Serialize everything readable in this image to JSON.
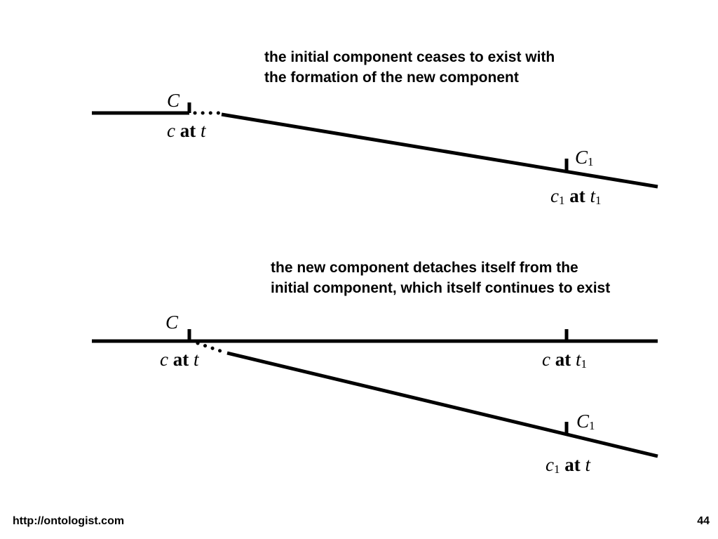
{
  "top": {
    "caption_line1": "the initial component ceases to exist with",
    "caption_line2": "the formation of the new component",
    "label_C": {
      "main": "C",
      "sub": ""
    },
    "label_C1": {
      "main": "C",
      "sub": "1"
    },
    "label_c_at_t": {
      "c": "c",
      "c_sub": "",
      "at": "at",
      "t": "t",
      "t_sub": ""
    },
    "label_c1_at_t1": {
      "c": "c",
      "c_sub": "1",
      "at": "at",
      "t": "t",
      "t_sub": "1"
    }
  },
  "bottom": {
    "caption_line1": "the new component detaches itself from the",
    "caption_line2": "initial component, which itself continues to exist",
    "label_C": {
      "main": "C",
      "sub": ""
    },
    "label_C1": {
      "main": "C",
      "sub": "1"
    },
    "label_c_at_t": {
      "c": "c",
      "c_sub": "",
      "at": "at",
      "t": "t",
      "t_sub": ""
    },
    "label_c_at_t1": {
      "c": "c",
      "c_sub": "",
      "at": "at",
      "t": "t",
      "t_sub": "1"
    },
    "label_c1_at_t": {
      "c": "c",
      "c_sub": "1",
      "at": "at",
      "t": "t",
      "t_sub": ""
    }
  },
  "footer": {
    "url": "http://ontologist.com",
    "page_number": "44"
  },
  "colors": {
    "line": "#000000",
    "background": "#ffffff"
  }
}
